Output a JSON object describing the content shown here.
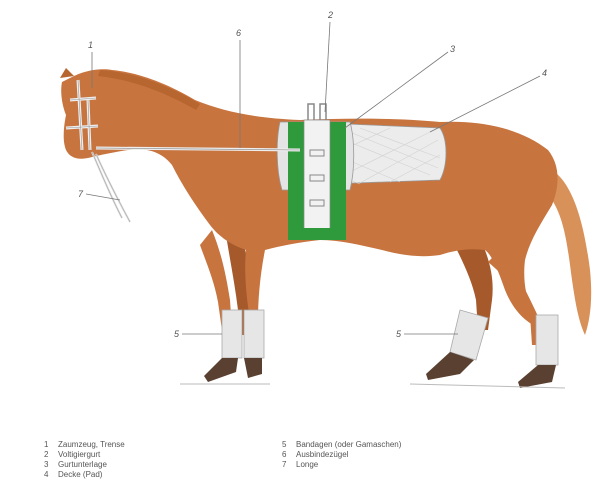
{
  "callouts": {
    "c1": "1",
    "c2": "2",
    "c3": "3",
    "c4": "4",
    "c5a": "5",
    "c5b": "5",
    "c6": "6",
    "c7": "7"
  },
  "legend": [
    {
      "num": "1",
      "text": "Zaumzeug, Trense"
    },
    {
      "num": "2",
      "text": "Voltigiergurt"
    },
    {
      "num": "3",
      "text": "Gurtunterlage"
    },
    {
      "num": "4",
      "text": "Decke (Pad)"
    },
    {
      "num": "5",
      "text": "Bandagen (oder Gamaschen)"
    },
    {
      "num": "6",
      "text": "Ausbindezügel"
    },
    {
      "num": "7",
      "text": "Longe"
    }
  ],
  "colors": {
    "horse": "#c8743f",
    "horse_dark": "#a65a2c",
    "mane": "#b8662f",
    "tail": "#d9915a",
    "girth": "#2e9a3c",
    "pad": "#ececec",
    "bandage": "#e6e6e6",
    "hoof": "#5a4030",
    "line": "#777777"
  }
}
